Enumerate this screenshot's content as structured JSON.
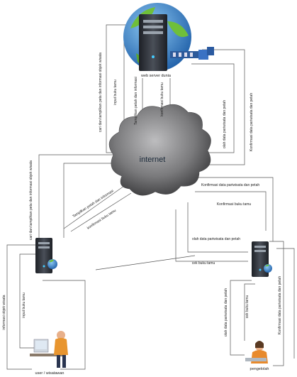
{
  "nodes": {
    "server": {
      "label": "web server dunia"
    },
    "internet": {
      "label": "internet"
    },
    "user": {
      "label": "user / wisatawan"
    },
    "admin": {
      "label": "pengelolah"
    }
  },
  "flows": {
    "cari_server": "cari dan tampilkan peta dan informasi objek wisata",
    "input_buku_tamu_top": "input buku tamu",
    "tampilkan_peta_top": "Tampilkan petah dan informasi",
    "konfirmasi_buku_tamu_top": "konfirmasi buku tamu",
    "olah_data_right": "olah data pariwisata dan petah",
    "konfirmasi_data_right": "Konfirmasi data pariwisata dan petah",
    "cari_user": "cari dan tampilkan peta dan informasi objek wisata",
    "tampilkan_user": "Tampilkan petah dan informasi",
    "konfirmasi_buku_user": "konfirmasi buku tamu",
    "konfirmasi_data_admin": "Konfirmasi data pariwisata dan petah",
    "konfirmasi_buku_admin": "Konfirmasi buku tamu",
    "olah_data_admin": "olah data pariwisata dan petah",
    "cek_buku_tamu": "cek buku tamu",
    "informasi_objek": "informasi objek wisata",
    "input_buku_user": "input buku tamu",
    "olah_data_local": "olah data pariwisata dan petah",
    "cek_buku_local": "cek buku tamu",
    "konfirmasi_data_local": "Konfirmasi data pariwisata dan petah"
  },
  "colors": {
    "server_body": "#2b2f36",
    "globe_ocean": "#3f8fd6",
    "globe_land": "#6fbf3a",
    "cloud": "#6e6e70"
  }
}
